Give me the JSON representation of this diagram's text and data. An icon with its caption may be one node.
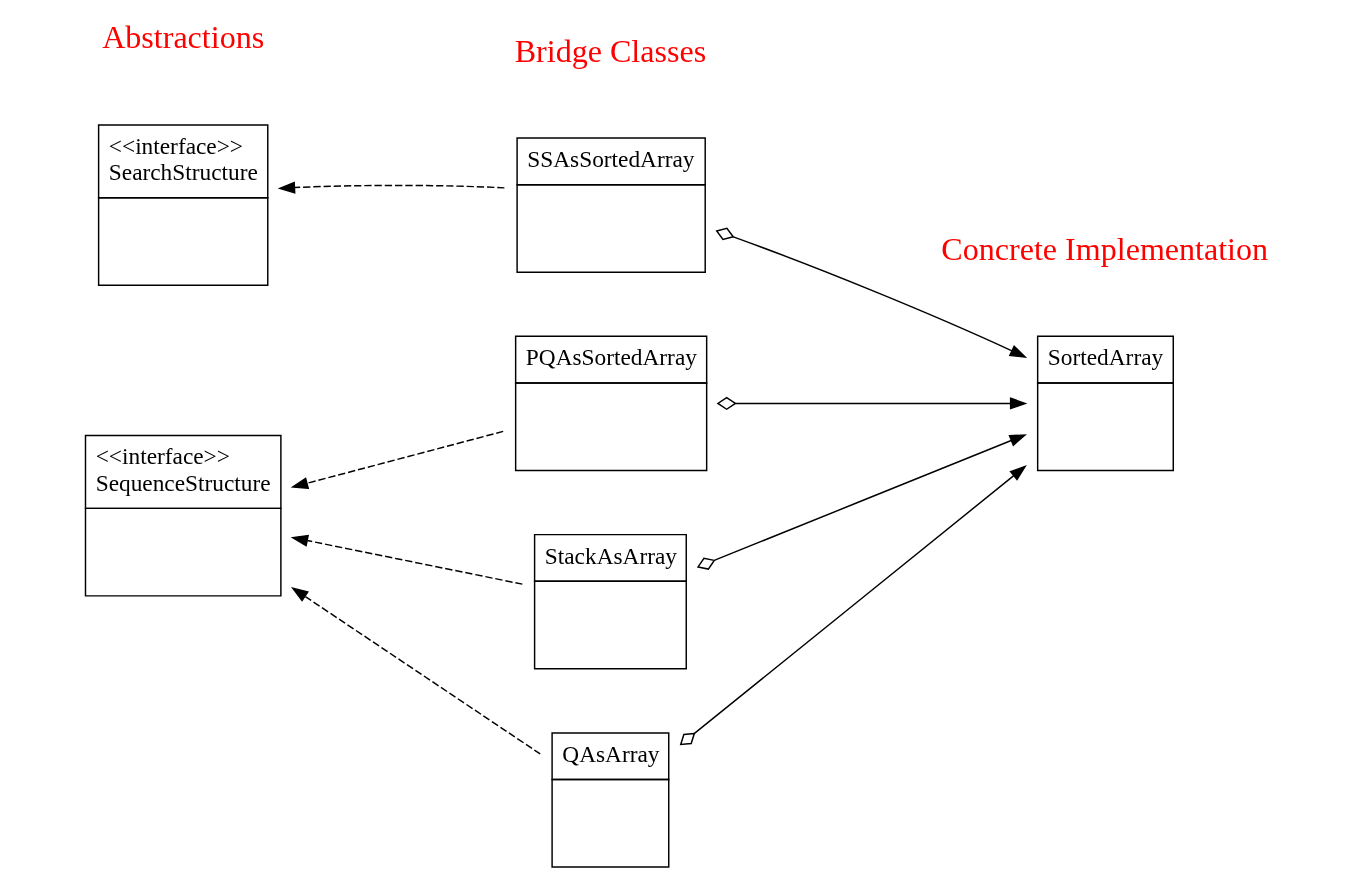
{
  "diagram": {
    "nodes": [
      {
        "text": [
          "<<interface>>",
          "SearchStructure"
        ]
      },
      {
        "text": [
          "<<interface>>",
          "SequenceStructure"
        ]
      },
      {
        "text": [
          "SSAsSortedArray"
        ]
      },
      {
        "text": [
          "PQAsSortedArray"
        ]
      },
      {
        "text": [
          "StackAsArray"
        ]
      },
      {
        "text": [
          "QAsArray"
        ]
      },
      {
        "text": [
          "SortedArray"
        ]
      }
    ],
    "edges": [
      {
        "from": 2,
        "to": 0,
        "arrow": "to",
        "style": "dashed"
      },
      {
        "from": 2,
        "to": 6,
        "arrow": "to"
      },
      {
        "from": 3,
        "to": 1,
        "arrow": "to",
        "style": "dashed"
      },
      {
        "from": 3,
        "to": 6,
        "arrow": "to"
      },
      {
        "from": 4,
        "to": 1,
        "arrow": "to",
        "style": "dashed"
      },
      {
        "from": 4,
        "to": 6,
        "arrow": "to"
      },
      {
        "from": 5,
        "to": 1,
        "arrow": "to",
        "style": "dashed"
      },
      {
        "from": 5,
        "to": 6,
        "arrow": "to"
      }
    ],
    "labels": [
      "Concrete Implementation",
      "Abstractions",
      "Bridge Classes"
    ]
  }
}
